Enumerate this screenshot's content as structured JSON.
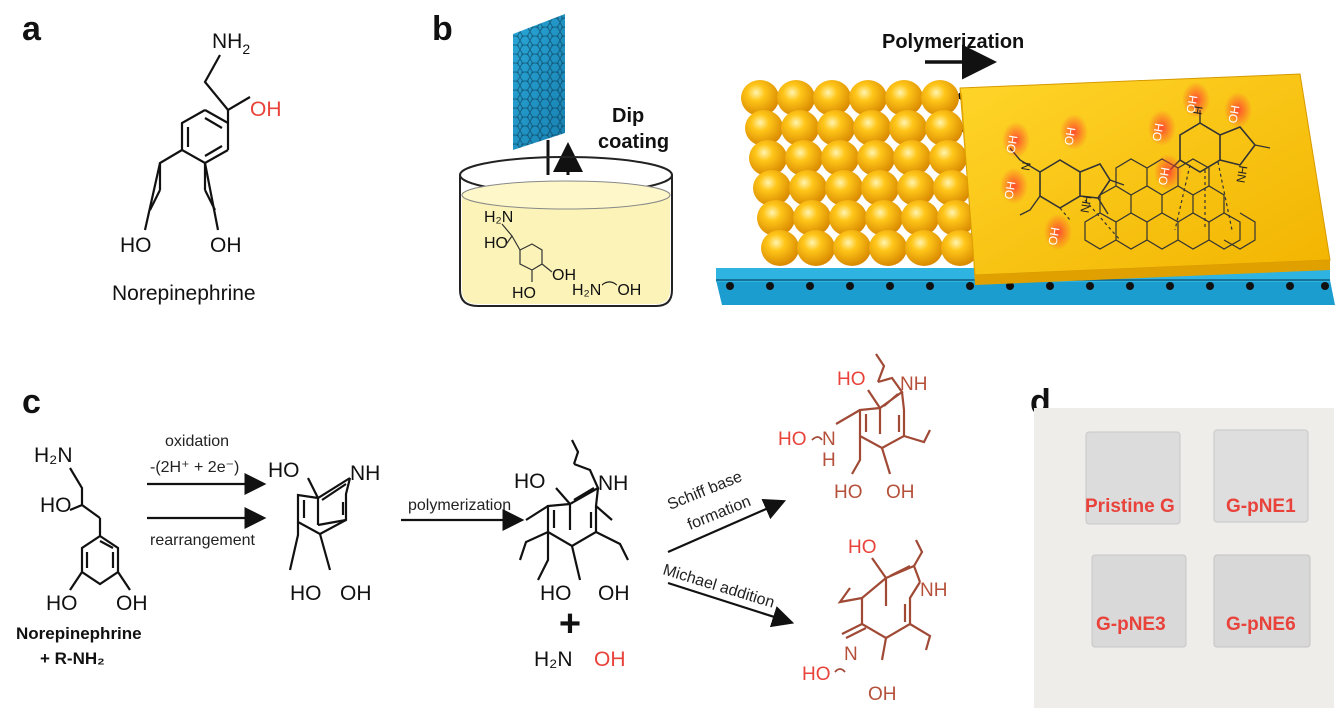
{
  "panels": {
    "a": {
      "label": "a",
      "groups": {
        "nh2": "NH",
        "nh2_sub": "2",
        "oh_side": "OH",
        "ho_left": "HO",
        "oh_right": "OH"
      },
      "name": "Norepinephrine"
    },
    "b": {
      "label": "b",
      "dip_line1": "Dip",
      "dip_line2": "coating",
      "polymerization": "Polymerization",
      "beaker": {
        "h2n": "H₂N",
        "ho": "HO",
        "ho2": "HO",
        "oh": "OH",
        "amine": "H₂N⌒OH"
      },
      "film_groups": [
        "OH",
        "OH",
        "OH",
        "OH",
        "OH",
        "OH",
        "OH",
        "OH",
        "NH",
        "NH",
        "H",
        "N"
      ]
    },
    "c": {
      "label": "c",
      "reactant": {
        "h2n": "H₂N",
        "ho": "HO",
        "ho2": "HO",
        "oh": "OH",
        "name": "Norepinephrine",
        "plus_amine": "+ R-NH₂"
      },
      "arrow1_top": "oxidation",
      "arrow1_top2": "-(2H⁺ +  2e⁻)",
      "arrow1_bottom": "rearrangement",
      "indole": {
        "ho": "HO",
        "nh": "NH",
        "ho2": "HO",
        "oh": "OH"
      },
      "arrow2": "polymerization",
      "polymer": {
        "ho": "HO",
        "nh": "NH",
        "ho2": "HO",
        "oh": "OH"
      },
      "plus": "+",
      "hydroxylamine": {
        "h2n": "H₂N",
        "oh": "OH"
      },
      "arrow_schiff1": "Schiff base",
      "arrow_schiff2": "formation",
      "arrow_michael": "Michael addition",
      "schiff_product": {
        "ho": "HO",
        "nh": "NH",
        "ho_n": "HO",
        "n": "N",
        "h": "H",
        "ho2": "HO",
        "oh": "OH"
      },
      "michael_product": {
        "ho": "HO",
        "nh": "NH",
        "ho_n": "HO",
        "n": "N",
        "oh": "OH"
      }
    },
    "d": {
      "label": "d",
      "samples": [
        "Pristine G",
        "G-pNE1",
        "G-pNE3",
        "G-pNE6"
      ]
    }
  },
  "colors": {
    "red": "#e8423b",
    "brown": "#a04a36",
    "graphene_blue": "#1ea4d4",
    "gold": "#f5b800",
    "film": "#f7c900",
    "solution": "#fbf3b8"
  }
}
